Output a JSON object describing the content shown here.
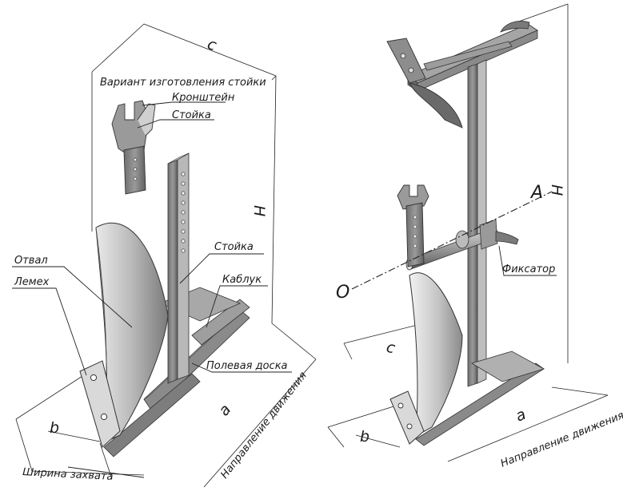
{
  "labels": {
    "variant": "Вариант изготовления стойки",
    "bracket": "Кронштейн",
    "post_inset": "Стойка",
    "post": "Стойка",
    "moldboard": "Отвал",
    "share": "Лемех",
    "heel": "Каблук",
    "field_board": "Полевая доска",
    "width": "Ширина захвата",
    "direction_left": "Направление движения",
    "direction_right": "Направление движения",
    "latch": "Фиксатор"
  },
  "dims": {
    "c_left": "c",
    "h_left": "H",
    "a_left": "a",
    "b_left": "b",
    "c_right": "c",
    "h_right": "H",
    "a_right": "a",
    "b_right": "b",
    "axis_a": "A",
    "axis_o": "O"
  },
  "colors": {
    "steel": "#8c8c8c",
    "steel_dark": "#5e5e5e",
    "steel_light": "#c9c9c9",
    "line": "#222222"
  }
}
